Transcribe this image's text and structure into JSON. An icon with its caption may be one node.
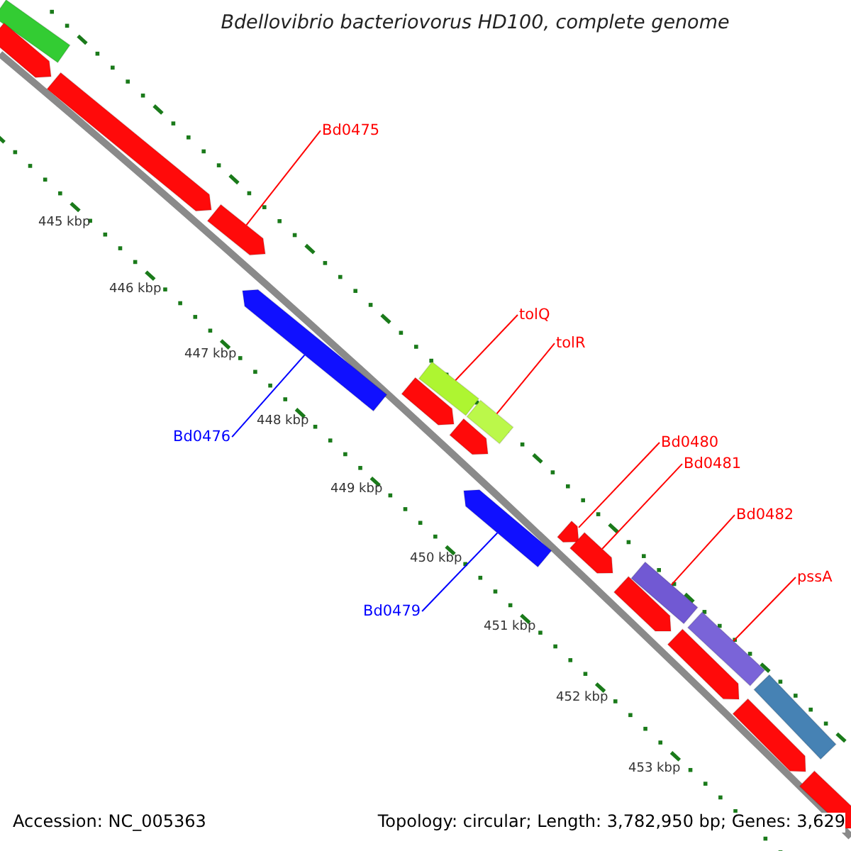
{
  "diagram": {
    "title": "Bdellovibrio bacteriovorus HD100, complete genome",
    "nodes": [
      {
        "text": [
          "Bd0475"
        ]
      },
      {
        "text": [],
        "shape": "bar"
      },
      {
        "text": [
          "tolQ"
        ]
      },
      {
        "text": [],
        "shape": "bar"
      },
      {
        "text": [
          "tolR"
        ]
      },
      {
        "text": [],
        "shape": "bar"
      },
      {
        "text": [
          "Bd0476"
        ]
      },
      {
        "text": [],
        "shape": "bar"
      },
      {
        "text": [
          "Bd0480"
        ]
      },
      {
        "text": [],
        "shape": "bar"
      },
      {
        "text": [
          "Bd0481"
        ]
      },
      {
        "text": [],
        "shape": "bar"
      },
      {
        "text": [
          "Bd0479"
        ]
      },
      {
        "text": [],
        "shape": "bar"
      },
      {
        "text": [
          "Bd0482"
        ]
      },
      {
        "text": [],
        "shape": "bar"
      },
      {
        "text": [
          "pssA"
        ]
      },
      {
        "text": [],
        "shape": "bar"
      },
      {
        "text": [],
        "shape": "bar"
      },
      {
        "text": [],
        "shape": "bar"
      },
      {
        "text": [],
        "shape": "bar"
      },
      {
        "text": [],
        "shape": "bar"
      },
      {
        "text": [],
        "shape": "bar"
      },
      {
        "text": [],
        "shape": "bar"
      },
      {
        "text": [],
        "shape": "bar"
      },
      {
        "text": [],
        "shape": "bar"
      },
      {
        "text": [],
        "shape": "bar"
      },
      {
        "text": [],
        "shape": "bar"
      }
    ],
    "edges": [
      {
        "from": 0,
        "to": 1,
        "arrow": "none"
      },
      {
        "from": 2,
        "to": 3,
        "arrow": "none"
      },
      {
        "from": 4,
        "to": 5,
        "arrow": "none"
      },
      {
        "from": 6,
        "to": 7,
        "arrow": "none",
        "color": "#0000ff"
      },
      {
        "from": 8,
        "to": 9,
        "arrow": "none"
      },
      {
        "from": 10,
        "to": 11,
        "arrow": "none"
      },
      {
        "from": 12,
        "to": 13,
        "arrow": "none",
        "color": "#0000ff"
      },
      {
        "from": 14,
        "to": 15,
        "arrow": "none"
      },
      {
        "from": 16,
        "to": 17,
        "arrow": "none"
      }
    ],
    "labels": [
      "445 kbp",
      "446 kbp",
      "447 kbp",
      "448 kbp",
      "449 kbp",
      "450 kbp",
      "451 kbp",
      "452 kbp",
      "453 kbp",
      "Accession: NC_005363",
      "Topology: circular; Length: 3,782,950 bp; Genes: 3,629"
    ]
  }
}
